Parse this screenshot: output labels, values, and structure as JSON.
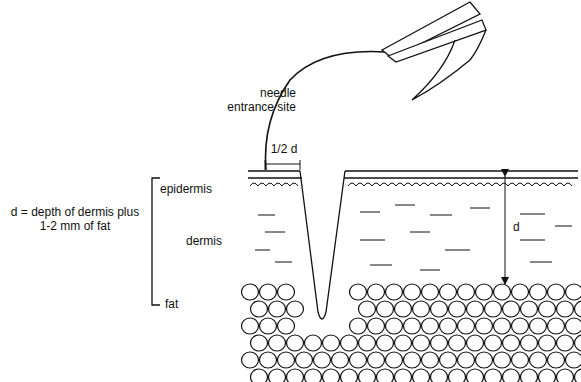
{
  "diagram": {
    "labels": [
      "needle entrance site",
      "1/2 d",
      "d = depth of dermis plus 1-2 mm of fat",
      "epidermis",
      "dermis",
      "fat",
      "d"
    ]
  }
}
